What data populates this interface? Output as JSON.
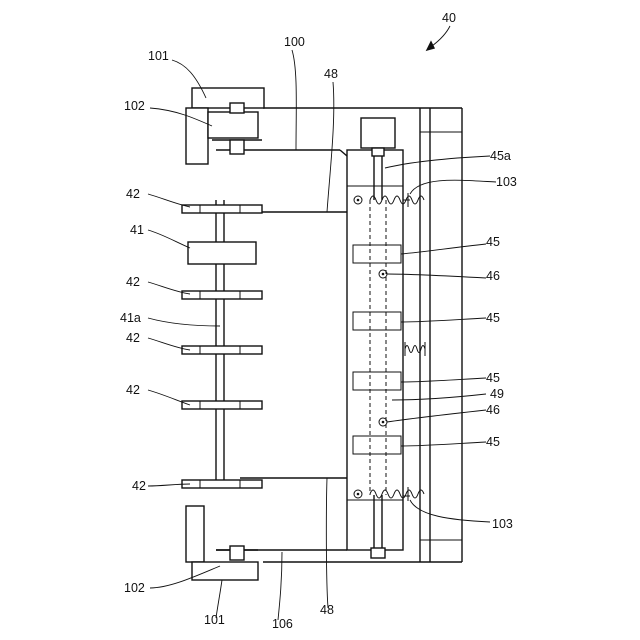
{
  "figure_ref": "40",
  "labels": {
    "l101_top": "101",
    "l101_bottom": "101",
    "l102_top": "102",
    "l102_bottom": "102",
    "l100": "100",
    "l48_top": "48",
    "l48_bottom": "48",
    "l45a": "45a",
    "l103_top": "103",
    "l103_bottom": "103",
    "l42_1": "42",
    "l42_2": "42",
    "l42_3": "42",
    "l42_4": "42",
    "l42_5": "42",
    "l41": "41",
    "l41a": "41a",
    "l45_1": "45",
    "l45_2": "45",
    "l45_3": "45",
    "l45_4": "45",
    "l46_1": "46",
    "l46_2": "46",
    "l49": "49",
    "l106": "106"
  }
}
